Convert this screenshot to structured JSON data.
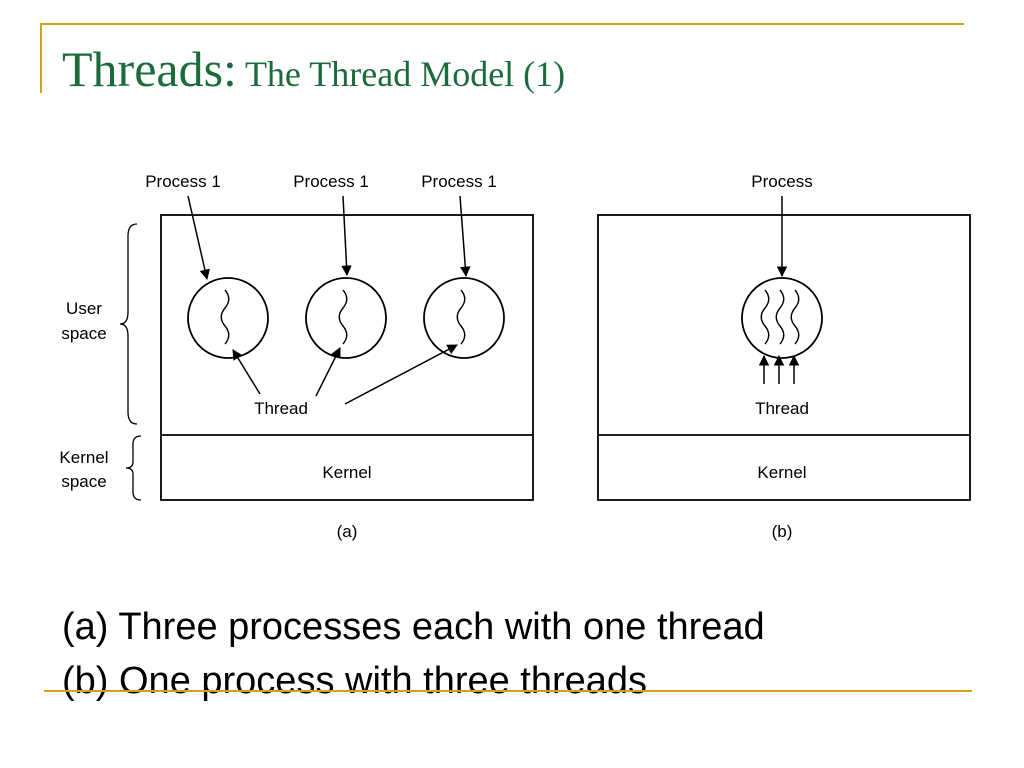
{
  "slide": {
    "title_main": "Threads:",
    "title_sub": "The Thread Model (1)",
    "accent_color": "#d4a017",
    "title_color": "#1b6b3c"
  },
  "diagram": {
    "a": {
      "process_labels": [
        "Process 1",
        "Process 1",
        "Process 1"
      ],
      "thread_label": "Thread",
      "kernel_label": "Kernel",
      "caption": "(a)"
    },
    "b": {
      "process_label": "Process",
      "thread_label": "Thread",
      "kernel_label": "Kernel",
      "caption": "(b)"
    },
    "space_labels": {
      "user_line1": "User",
      "user_line2": "space",
      "kernel_line1": "Kernel",
      "kernel_line2": "space"
    }
  },
  "captions": [
    "(a) Three processes each with one thread",
    "(b) One process with three threads"
  ]
}
